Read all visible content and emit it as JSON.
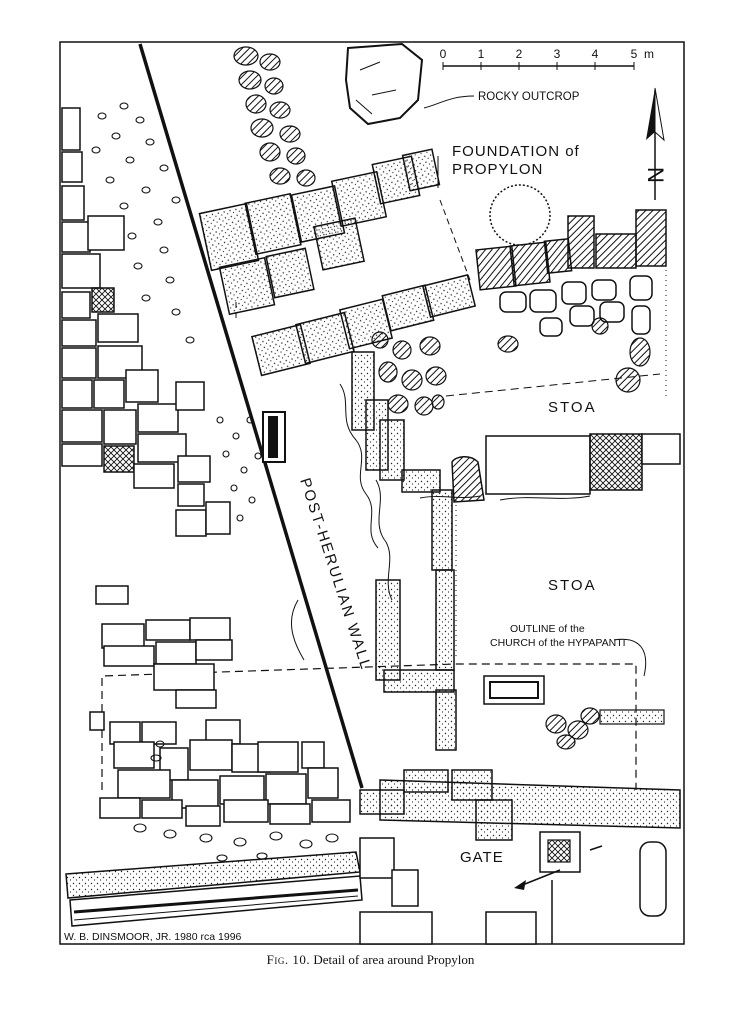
{
  "labels": {
    "rocky_outcrop": "ROCKY OUTCROP",
    "foundation_line1": "FOUNDATION of",
    "foundation_line2": "PROPYLON",
    "stoa_upper": "STOA",
    "stoa_lower": "STOA",
    "outline_line1": "OUTLINE of the",
    "outline_line2": "CHURCH of the HYPAPANTI",
    "post_herulian_wall": "POST-HERULIAN WALL",
    "gate": "GATE",
    "north": "N",
    "credit": "W. B. DINSMOOR, JR. 1980  rca 1996"
  },
  "scale_bar": {
    "ticks": [
      "0",
      "1",
      "2",
      "3",
      "4",
      "5"
    ],
    "unit": "m"
  },
  "caption": {
    "fig": "Fig. 10.",
    "text": "Detail of area around Propylon"
  }
}
